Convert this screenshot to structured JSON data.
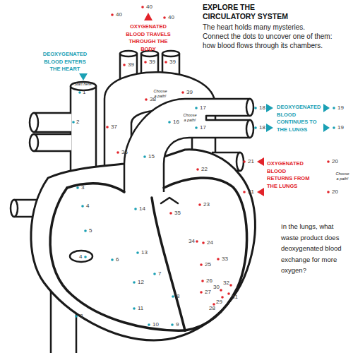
{
  "diagram": {
    "title": "EXPLORE THE CIRCULATORY SYSTEM",
    "caption": "The heart holds many mysteries. Connect the dots to uncover one of them: how blood flows through its chambers.",
    "labels": [
      "40",
      "40",
      "40",
      "OXYGENATED BLOOD TRAVELS THROUGH THE BODY",
      "DEOXYGENATED BLOOD ENTERS THE HEART",
      "Start here!",
      "1",
      "39",
      "39",
      "39",
      "Choose a path!",
      "38",
      "39",
      "Choose a path!",
      "17",
      "17",
      "16",
      "2",
      "37",
      "18",
      "18",
      "DEOXYGENATED BLOOD CONTINUES TO THE LUNGS",
      "19",
      "19",
      "36",
      "15",
      "22",
      "21",
      "21",
      "OXYGENATED BLOOD RETURNS FROM THE LUNGS",
      "20",
      "Choose a path!",
      "20",
      "3",
      "4",
      "14",
      "35",
      "23",
      "5",
      "In the lungs, what waste product does deoxygenated blood exchange for more oxygen?",
      "34",
      "24",
      "4",
      "6",
      "13",
      "33",
      "25",
      "7",
      "12",
      "26",
      "30",
      "32",
      "8",
      "27",
      "31",
      "29",
      "28",
      "11",
      "3",
      "10",
      "9"
    ]
  }
}
